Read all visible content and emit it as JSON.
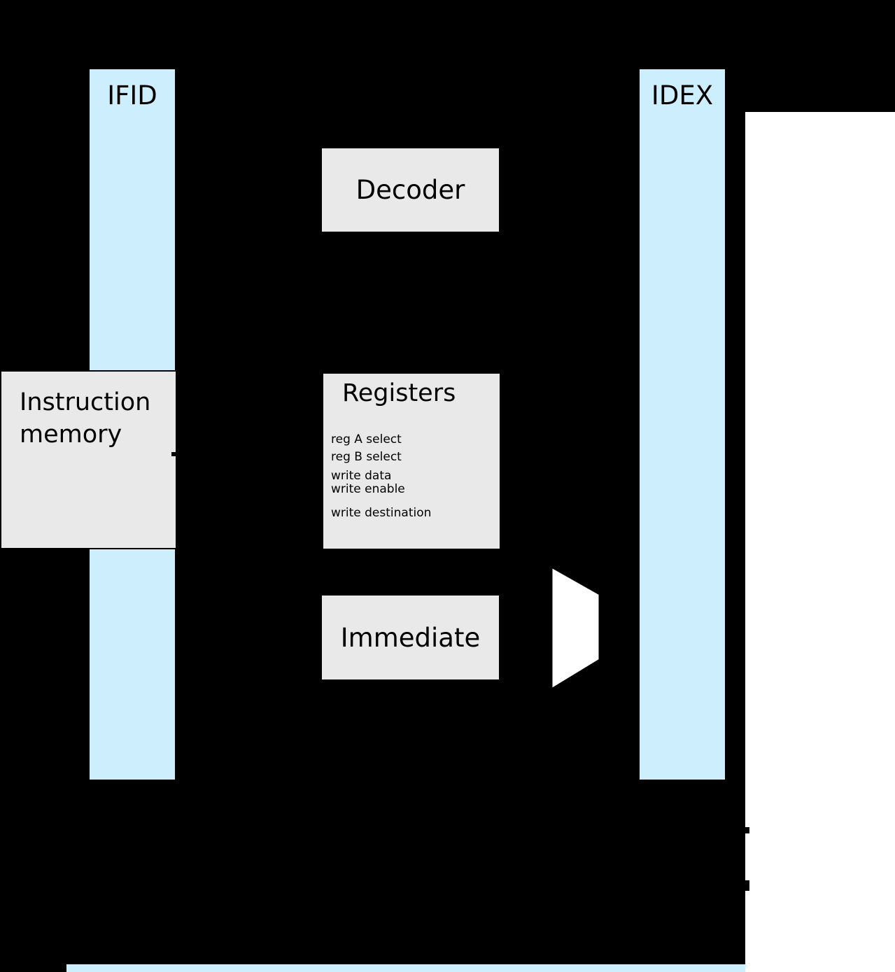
{
  "diagram": {
    "pipeline_registers": [
      {
        "label": "IFID"
      },
      {
        "label": "IDEX"
      }
    ],
    "blocks": {
      "instruction_memory": {
        "label_line1": "Instruction",
        "label_line2": "memory"
      },
      "decoder": {
        "label": "Decoder"
      },
      "registers": {
        "title": "Registers",
        "ports": [
          "reg A select",
          "reg B select",
          "write data",
          "write enable",
          "write destination"
        ]
      },
      "immediate": {
        "label": "Immediate"
      }
    },
    "colors": {
      "background": "#000000",
      "pipeline_register_fill": "#cdeffd",
      "block_fill": "#e9e9e9",
      "mux_fill": "#ffffff",
      "right_panel_fill": "#ffffff"
    }
  }
}
